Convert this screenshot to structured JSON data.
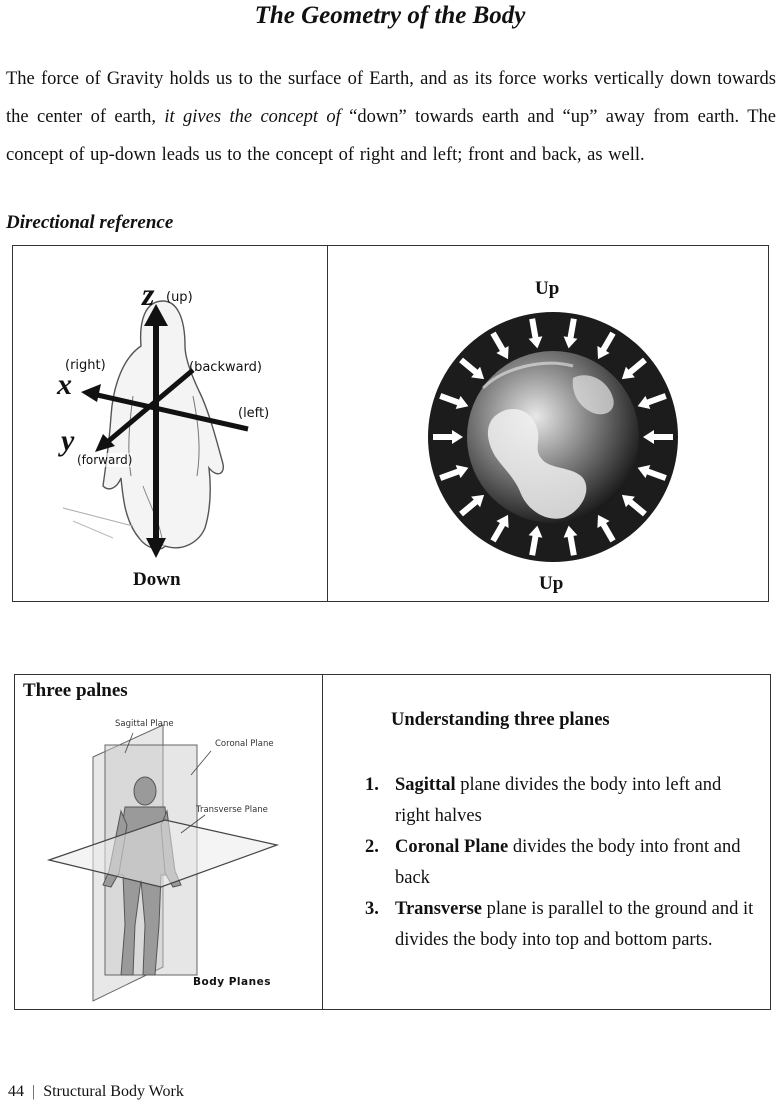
{
  "page": {
    "title": "The Geometry of the Body",
    "intro": {
      "part1": "The force of Gravity holds us to the surface of Earth, and as its force works vertically down towards the center of earth, ",
      "part2": "it gives the concept of",
      "part3": " “down” towards earth and “up” away from earth. The concept of up-down leads us to the concept of right and left; front and back, as well."
    },
    "subheading": "Directional reference"
  },
  "figure1": {
    "axes": {
      "z_letter": "z",
      "z_label": "(up)",
      "x_letter": "x",
      "x_label": "(right)",
      "y_letter": "y",
      "y_label": "(forward)",
      "backward_label": "(backward)",
      "left_label": "(left)"
    },
    "down_label": "Down"
  },
  "figure2": {
    "top_label": "Up",
    "bottom_label": "Up"
  },
  "planes_box": {
    "heading": "Three palnes",
    "diagram": {
      "sagittal": "Sagittal Plane",
      "coronal": "Coronal Plane",
      "transverse": "Transverse Plane",
      "caption": "Body Planes"
    },
    "right_heading": "Understanding three planes",
    "items": [
      {
        "num": "1.",
        "bold": "Sagittal",
        "text": " plane divides the body into left and right halves"
      },
      {
        "num": "2.",
        "bold": "Coronal Plane",
        "text": " divides the body into front and back"
      },
      {
        "num": "3.",
        "bold": "Transverse",
        "text": " plane is parallel to the ground and it divides the body into top and bottom parts."
      }
    ]
  },
  "footer": {
    "page_number": "44",
    "book_title": "Structural Body Work"
  }
}
